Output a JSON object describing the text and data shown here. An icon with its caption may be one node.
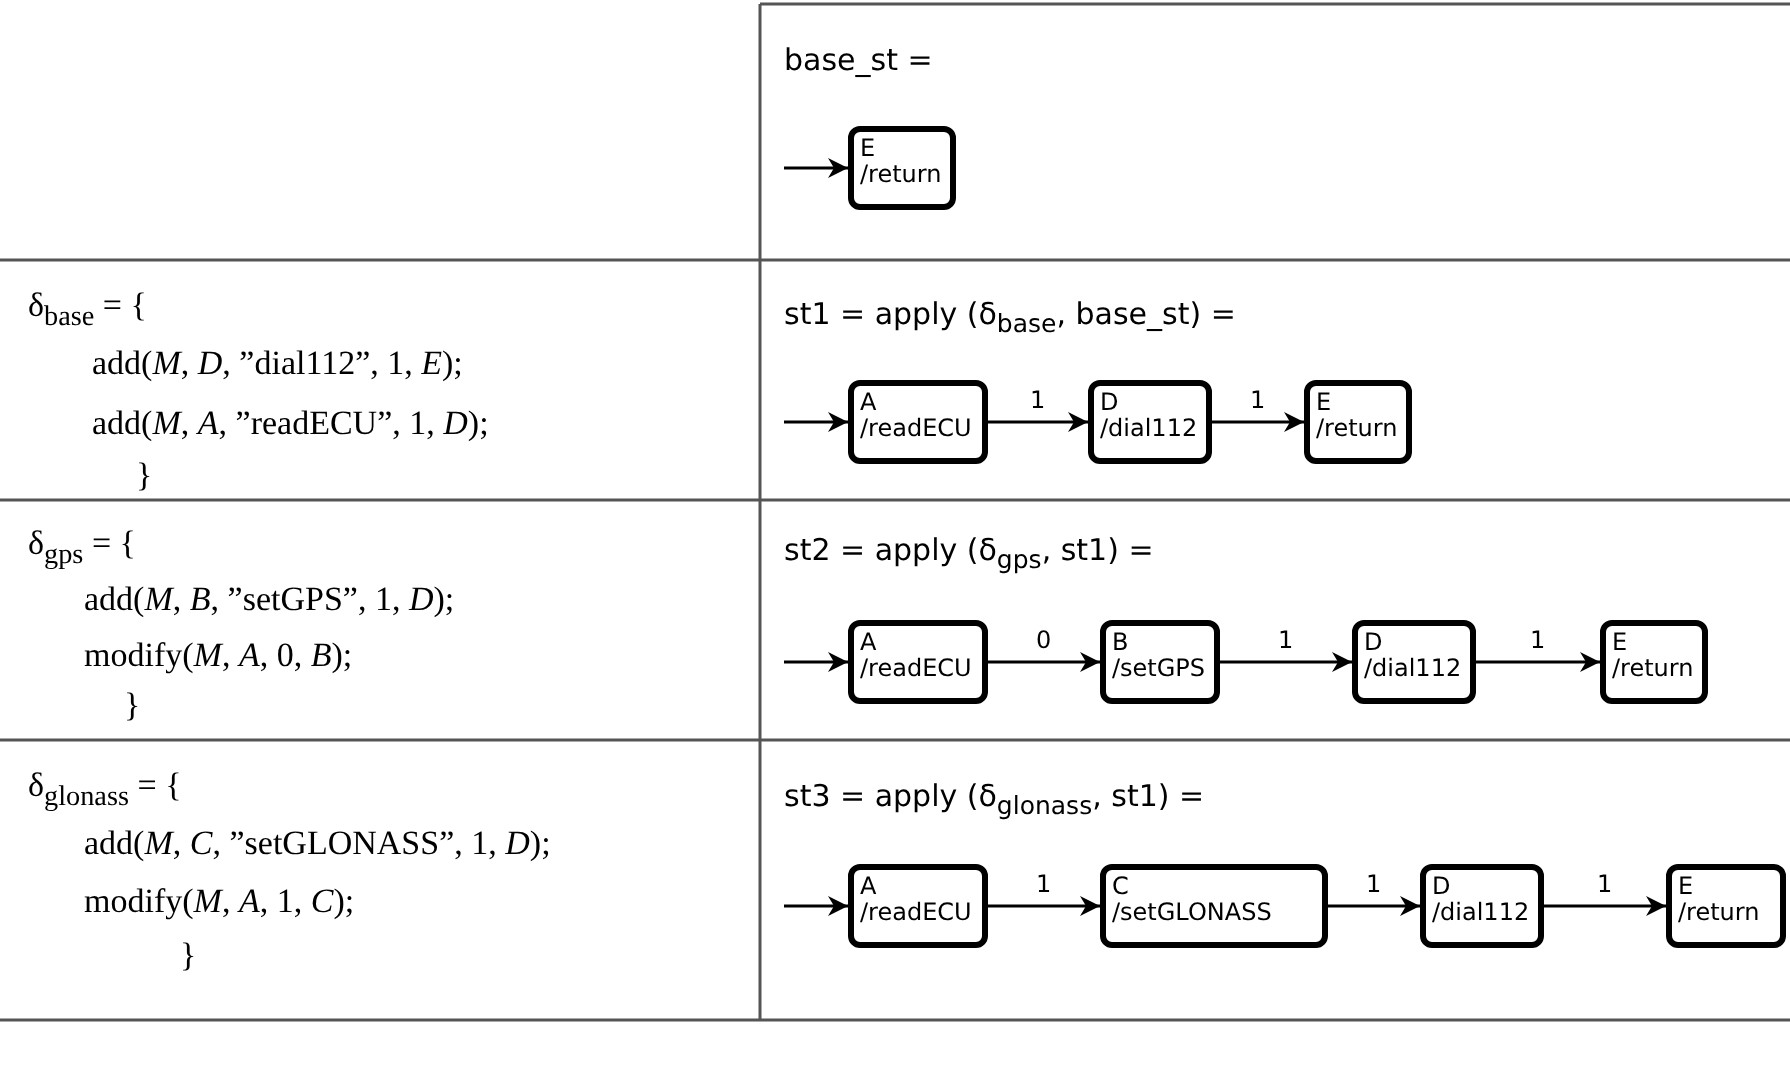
{
  "diagram": {
    "nodes": [
      {
        "text": [
          "E",
          "/return"
        ]
      },
      {
        "text": [
          "A",
          "/readECU"
        ]
      },
      {
        "text": [
          "D",
          "/dial112"
        ]
      },
      {
        "text": [
          "E",
          "/return"
        ]
      },
      {
        "text": [
          "A",
          "/readECU"
        ]
      },
      {
        "text": [
          "B",
          "/setGPS"
        ]
      },
      {
        "text": [
          "D",
          "/dial112"
        ]
      },
      {
        "text": [
          "E",
          "/return"
        ]
      },
      {
        "text": [
          "A",
          "/readECU"
        ]
      },
      {
        "text": [
          "C",
          "/setGLONASS"
        ]
      },
      {
        "text": [
          "D",
          "/dial112"
        ]
      },
      {
        "text": [
          "E",
          "/return"
        ]
      }
    ],
    "edges": [
      {
        "from": null,
        "to": 0,
        "arrow": "to"
      },
      {
        "from": null,
        "to": 1,
        "arrow": "to"
      },
      {
        "from": 1,
        "to": 2,
        "arrow": "to",
        "label": "1"
      },
      {
        "from": 2,
        "to": 3,
        "arrow": "to",
        "label": "1"
      },
      {
        "from": null,
        "to": 4,
        "arrow": "to"
      },
      {
        "from": 4,
        "to": 5,
        "arrow": "to",
        "label": "0"
      },
      {
        "from": 5,
        "to": 6,
        "arrow": "to",
        "label": "1"
      },
      {
        "from": 6,
        "to": 7,
        "arrow": "to",
        "label": "1"
      },
      {
        "from": null,
        "to": 8,
        "arrow": "to"
      },
      {
        "from": 8,
        "to": 9,
        "arrow": "to",
        "label": "1"
      },
      {
        "from": 9,
        "to": 10,
        "arrow": "to",
        "label": "1"
      },
      {
        "from": 10,
        "to": 11,
        "arrow": "to",
        "label": "1"
      }
    ],
    "labels": [
      "base_st =",
      "δ$_{base}$ = {",
      "add(*M*, *D*, ”dial112”, 1, *E*);",
      "add(*M*, *A*, ”readECU”, 1, *D*);",
      "}",
      "st1 = apply (δ$_{base}$, base_st) =",
      "δ$_{gps}$ = {",
      "add(*M*, *B*, ”setGPS”, 1, *D*);",
      "modify(*M*, *A*, 0, *B*);",
      "}",
      "st2 = apply (δ$_{gps}$, st1) =",
      "δ$_{glonass}$ = {",
      "add(*M*, *C*, ”setGLONASS”, 1, *D*);",
      "modify(*M*, *A*, 1, *C*);",
      "}",
      "st3 = apply (δ$_{glonass}$, st1) ="
    ]
  }
}
